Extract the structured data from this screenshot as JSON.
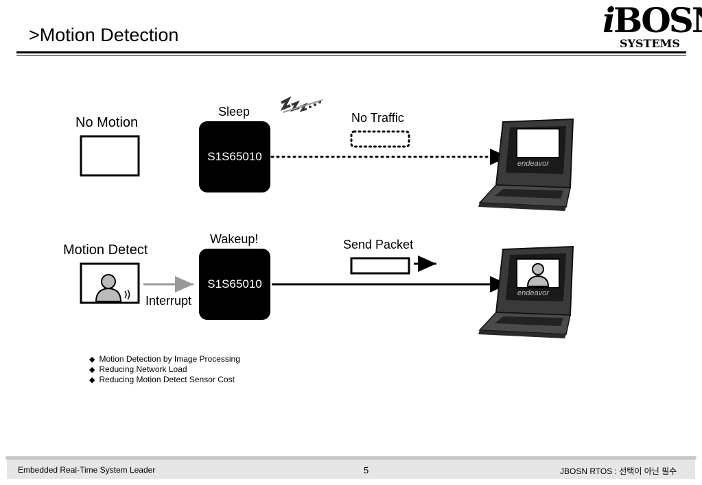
{
  "header": {
    "title": ">Motion Detection"
  },
  "logo": {
    "main_i": "i",
    "main_rest": "BOSN",
    "sub": "SYSTEMS"
  },
  "top_row": {
    "state_label": "No Motion",
    "chip_status": "Sleep",
    "chip_name": "S1S65010",
    "traffic_label": "No Traffic",
    "sleep_mark": "ZZZ..."
  },
  "bottom_row": {
    "state_label": "Motion Detect",
    "chip_status": "Wakeup!",
    "chip_name": "S1S65010",
    "traffic_label": "Send Packet",
    "interrupt_label": "Interrupt"
  },
  "laptop": {
    "brand": "endeavor"
  },
  "bullets": [
    "Motion Detection by Image Processing",
    "Reducing Network Load",
    "Reducing Motion Detect Sensor Cost"
  ],
  "footer": {
    "left": "Embedded Real-Time System Leader",
    "page_number": "5",
    "right": "JBOSN RTOS : 선택이 아닌 필수"
  }
}
